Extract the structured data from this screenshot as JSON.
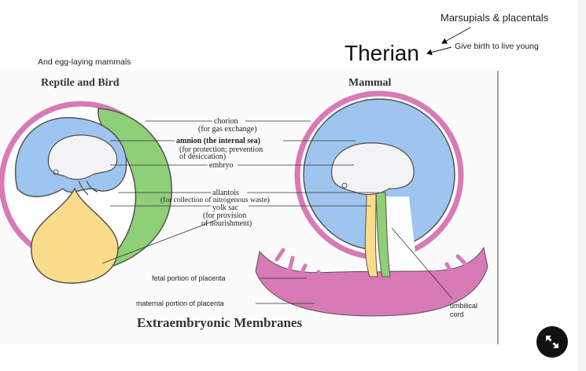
{
  "header": {
    "title": "Therian",
    "note_top": "Marsupials & placentals",
    "note_right": "Give birth to live young",
    "note_left": "And egg-laying mammals"
  },
  "diagram": {
    "left_title": "Reptile and Bird",
    "right_title": "Mammal",
    "labels": {
      "chorion": "chorion",
      "chorion_note": "(for gas exchange)",
      "amnion": "amnion (the internal sea)",
      "amnion_note1": "(for protection; prevention",
      "amnion_note2": "of desiccation)",
      "embryo": "embryo",
      "allantois": "allantois",
      "allantois_note": "(for collection of nitrogenous waste)",
      "yolk_sac": "yolk sac",
      "yolk_note1": "(for provision",
      "yolk_note2": "of nourishment)",
      "fetal_placenta": "fetal portion of placenta",
      "maternal_placenta": "maternal portion of placenta",
      "umbilical1": "umbilical",
      "umbilical2": "cord"
    },
    "caption": "Extraembryonic Membranes",
    "colors": {
      "chorion": "#d77ab6",
      "amnion": "#9ec5ef",
      "allantois": "#8ecf78",
      "yolk": "#fbdc8a",
      "embryo": "#f3f3f6"
    }
  },
  "controls": {
    "expand_icon": "expand-arrows-icon"
  }
}
